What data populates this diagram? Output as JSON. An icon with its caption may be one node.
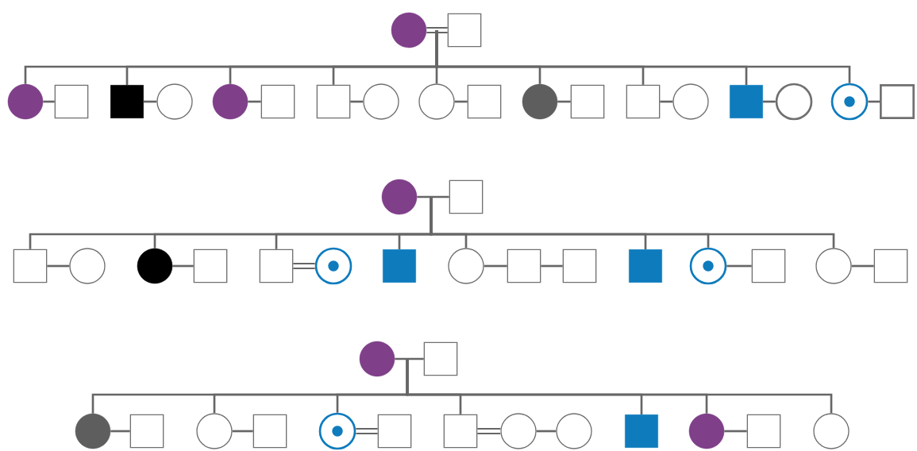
{
  "diagram": {
    "nodes": [
      {
        "text": [],
        "shape": "circle"
      },
      {
        "text": [],
        "shape": "box"
      },
      {
        "text": [],
        "shape": "circle"
      },
      {
        "text": [],
        "shape": "box"
      },
      {
        "text": [],
        "shape": "box"
      },
      {
        "text": [],
        "shape": "circle"
      },
      {
        "text": [],
        "shape": "circle"
      },
      {
        "text": [],
        "shape": "box"
      },
      {
        "text": [],
        "shape": "box"
      },
      {
        "text": [],
        "shape": "circle"
      },
      {
        "text": [],
        "shape": "circle"
      },
      {
        "text": [],
        "shape": "box"
      },
      {
        "text": [],
        "shape": "circle"
      },
      {
        "text": [],
        "shape": "box"
      },
      {
        "text": [],
        "shape": "box"
      },
      {
        "text": [],
        "shape": "circle"
      },
      {
        "text": [],
        "shape": "box"
      },
      {
        "text": [],
        "shape": "circle"
      },
      {
        "text": [],
        "shape": "circle"
      },
      {
        "text": [],
        "shape": "box"
      },
      {
        "text": [],
        "shape": "circle"
      },
      {
        "text": [],
        "shape": "box"
      },
      {
        "text": [],
        "shape": "box"
      },
      {
        "text": [],
        "shape": "circle"
      },
      {
        "text": [],
        "shape": "circle"
      },
      {
        "text": [],
        "shape": "box"
      },
      {
        "text": [],
        "shape": "box"
      },
      {
        "text": [],
        "shape": "circle"
      },
      {
        "text": [],
        "shape": "box"
      },
      {
        "text": [],
        "shape": "circle"
      },
      {
        "text": [],
        "shape": "box"
      },
      {
        "text": [],
        "shape": "box"
      },
      {
        "text": [],
        "shape": "box"
      },
      {
        "text": [],
        "shape": "circle"
      },
      {
        "text": [],
        "shape": "box"
      },
      {
        "text": [],
        "shape": "circle"
      },
      {
        "text": [],
        "shape": "box"
      },
      {
        "text": [],
        "shape": "circle"
      },
      {
        "text": [],
        "shape": "box"
      },
      {
        "text": [],
        "shape": "circle"
      },
      {
        "text": [],
        "shape": "box"
      },
      {
        "text": [],
        "shape": "circle"
      },
      {
        "text": [],
        "shape": "box"
      },
      {
        "text": [],
        "shape": "circle"
      },
      {
        "text": [],
        "shape": "box"
      },
      {
        "text": [],
        "shape": "box"
      },
      {
        "text": [],
        "shape": "circle"
      },
      {
        "text": [],
        "shape": "circle"
      },
      {
        "text": [],
        "shape": "box"
      },
      {
        "text": [],
        "shape": "circle"
      },
      {
        "text": [],
        "shape": "box"
      },
      {
        "text": [],
        "shape": "circle"
      }
    ],
    "edges": [
      {
        "from": 0,
        "to": 1,
        "arrow": "none",
        "style": "thick"
      },
      {
        "from": 2,
        "to": 3,
        "arrow": "none"
      },
      {
        "from": 4,
        "to": 5,
        "arrow": "none"
      },
      {
        "from": 6,
        "to": 7,
        "arrow": "none"
      },
      {
        "from": 8,
        "to": 9,
        "arrow": "none"
      },
      {
        "from": 10,
        "to": 11,
        "arrow": "none"
      },
      {
        "from": 12,
        "to": 13,
        "arrow": "none"
      },
      {
        "from": 14,
        "to": 15,
        "arrow": "none"
      },
      {
        "from": 16,
        "to": 17,
        "arrow": "none"
      },
      {
        "from": 18,
        "to": 19,
        "arrow": "none"
      },
      {
        "from": 0,
        "to": 2,
        "arrow": "none"
      },
      {
        "from": 0,
        "to": 4,
        "arrow": "none"
      },
      {
        "from": 0,
        "to": 6,
        "arrow": "none"
      },
      {
        "from": 0,
        "to": 8,
        "arrow": "none"
      },
      {
        "from": 0,
        "to": 10,
        "arrow": "none"
      },
      {
        "from": 0,
        "to": 12,
        "arrow": "none"
      },
      {
        "from": 0,
        "to": 14,
        "arrow": "none"
      },
      {
        "from": 0,
        "to": 16,
        "arrow": "none"
      },
      {
        "from": 0,
        "to": 18,
        "arrow": "none"
      },
      {
        "from": 20,
        "to": 21,
        "arrow": "none"
      },
      {
        "from": 22,
        "to": 23,
        "arrow": "none"
      },
      {
        "from": 24,
        "to": 25,
        "arrow": "none"
      },
      {
        "from": 26,
        "to": 27,
        "arrow": "none",
        "style": "thick"
      },
      {
        "from": 29,
        "to": 30,
        "arrow": "none"
      },
      {
        "from": 30,
        "to": 31,
        "arrow": "none"
      },
      {
        "from": 33,
        "to": 34,
        "arrow": "none"
      },
      {
        "from": 35,
        "to": 36,
        "arrow": "none"
      },
      {
        "from": 20,
        "to": 22,
        "arrow": "none"
      },
      {
        "from": 20,
        "to": 24,
        "arrow": "none"
      },
      {
        "from": 20,
        "to": 26,
        "arrow": "none"
      },
      {
        "from": 20,
        "to": 28,
        "arrow": "none"
      },
      {
        "from": 20,
        "to": 29,
        "arrow": "none"
      },
      {
        "from": 20,
        "to": 32,
        "arrow": "none"
      },
      {
        "from": 20,
        "to": 33,
        "arrow": "none"
      },
      {
        "from": 20,
        "to": 35,
        "arrow": "none"
      },
      {
        "from": 37,
        "to": 38,
        "arrow": "none"
      },
      {
        "from": 39,
        "to": 40,
        "arrow": "none"
      },
      {
        "from": 41,
        "to": 42,
        "arrow": "none"
      },
      {
        "from": 43,
        "to": 44,
        "arrow": "none",
        "style": "thick"
      },
      {
        "from": 45,
        "to": 46,
        "arrow": "none",
        "style": "thick"
      },
      {
        "from": 46,
        "to": 47,
        "arrow": "none"
      },
      {
        "from": 49,
        "to": 50,
        "arrow": "none"
      },
      {
        "from": 37,
        "to": 39,
        "arrow": "none"
      },
      {
        "from": 37,
        "to": 41,
        "arrow": "none"
      },
      {
        "from": 37,
        "to": 43,
        "arrow": "none"
      },
      {
        "from": 37,
        "to": 45,
        "arrow": "none"
      },
      {
        "from": 37,
        "to": 48,
        "arrow": "none"
      },
      {
        "from": 37,
        "to": 49,
        "arrow": "none"
      },
      {
        "from": 37,
        "to": 51,
        "arrow": "none"
      }
    ]
  }
}
